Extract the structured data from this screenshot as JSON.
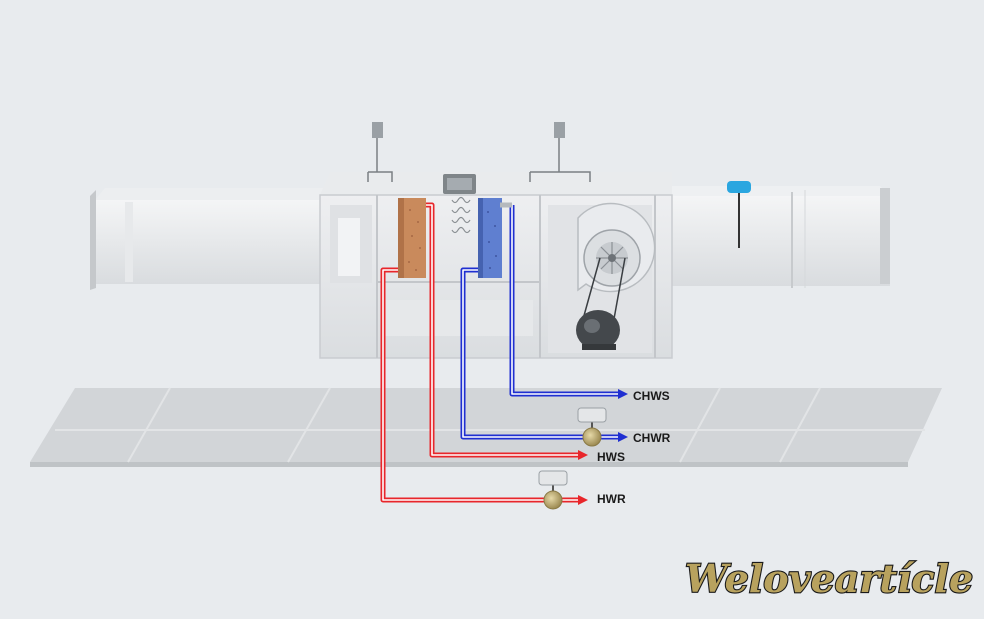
{
  "pipe_labels": {
    "chws": "CHWS",
    "chwr": "CHWR",
    "hws": "HWS",
    "hwr": "HWR"
  },
  "watermark": "Weloveartícle",
  "colors": {
    "background": "#e8ebee",
    "hot_water": "#e8262b",
    "chilled_water": "#1f2fd1",
    "heating_coil": "#c98a5c",
    "cooling_coil": "#5f7fd0",
    "sensor": "#2aa6e0",
    "watermark": "#b8a25e"
  },
  "icons": [
    "actuator-icon",
    "fan-icon",
    "motor-icon",
    "duct-sensor-icon",
    "two-way-valve-icon",
    "three-way-valve-icon",
    "humidifier-icon"
  ]
}
